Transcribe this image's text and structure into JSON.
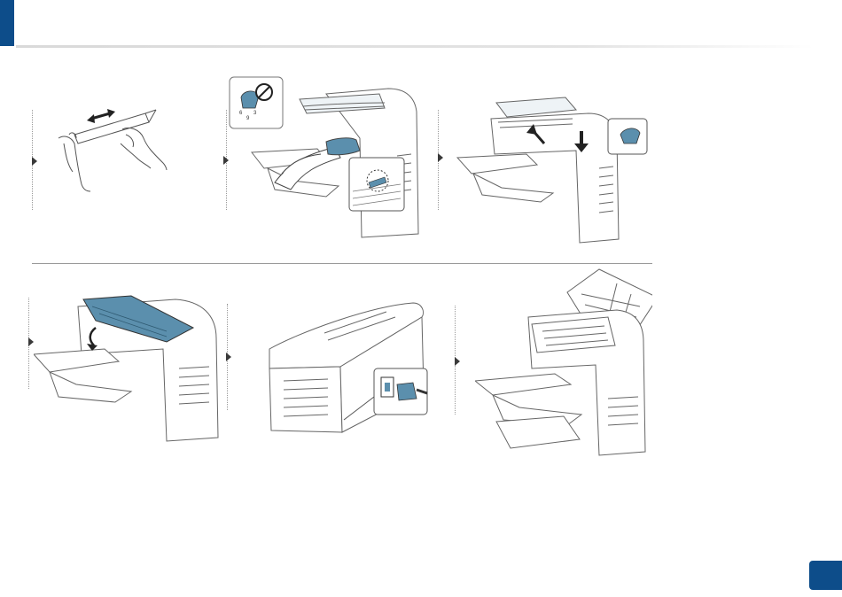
{
  "page": {
    "number": "",
    "accent_color": "#0d4d8a",
    "highlight_color": "#5b8fad"
  },
  "steps": [
    {
      "id": 1,
      "icon": "roller-shake-illustration"
    },
    {
      "id": 2,
      "icon": "insert-toner-illustration"
    },
    {
      "id": 3,
      "icon": "lock-toner-illustration"
    },
    {
      "id": 4,
      "icon": "close-cover-illustration"
    },
    {
      "id": 5,
      "icon": "plug-power-cord-illustration"
    },
    {
      "id": 6,
      "icon": "printer-ready-illustration"
    }
  ]
}
